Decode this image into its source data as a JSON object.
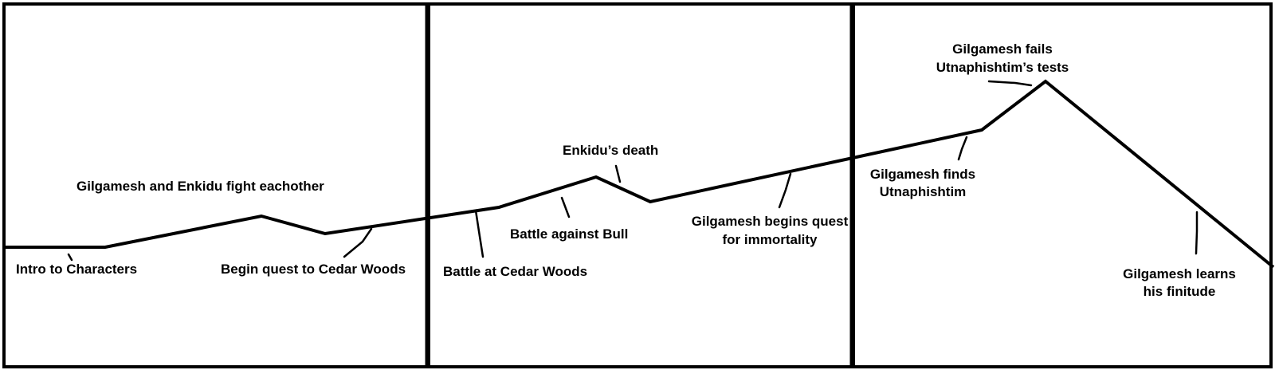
{
  "colors": {
    "ink": "#000000",
    "background": "#ffffff"
  },
  "panels": [
    {
      "id": "panel-1"
    },
    {
      "id": "panel-2"
    },
    {
      "id": "panel-3"
    }
  ],
  "events": {
    "intro": "Intro to Characters",
    "fight": "Gilgamesh and Enkidu fight eachother",
    "begin_quest_cedar": "Begin quest to Cedar Woods",
    "battle_cedar": "Battle at Cedar Woods",
    "battle_bull": "Battle against Bull",
    "enkidu_death": "Enkidu’s death",
    "immortality_line1": "Gilgamesh begins quest",
    "immortality_line2": "for immortality",
    "finds_line1": "Gilgamesh finds",
    "finds_line2": "Utnaphishtim",
    "fails_line1": "Gilgamesh fails",
    "fails_line2": "Utnaphishtim’s tests",
    "finitude_line1": "Gilgamesh learns",
    "finitude_line2": "his finitude"
  }
}
